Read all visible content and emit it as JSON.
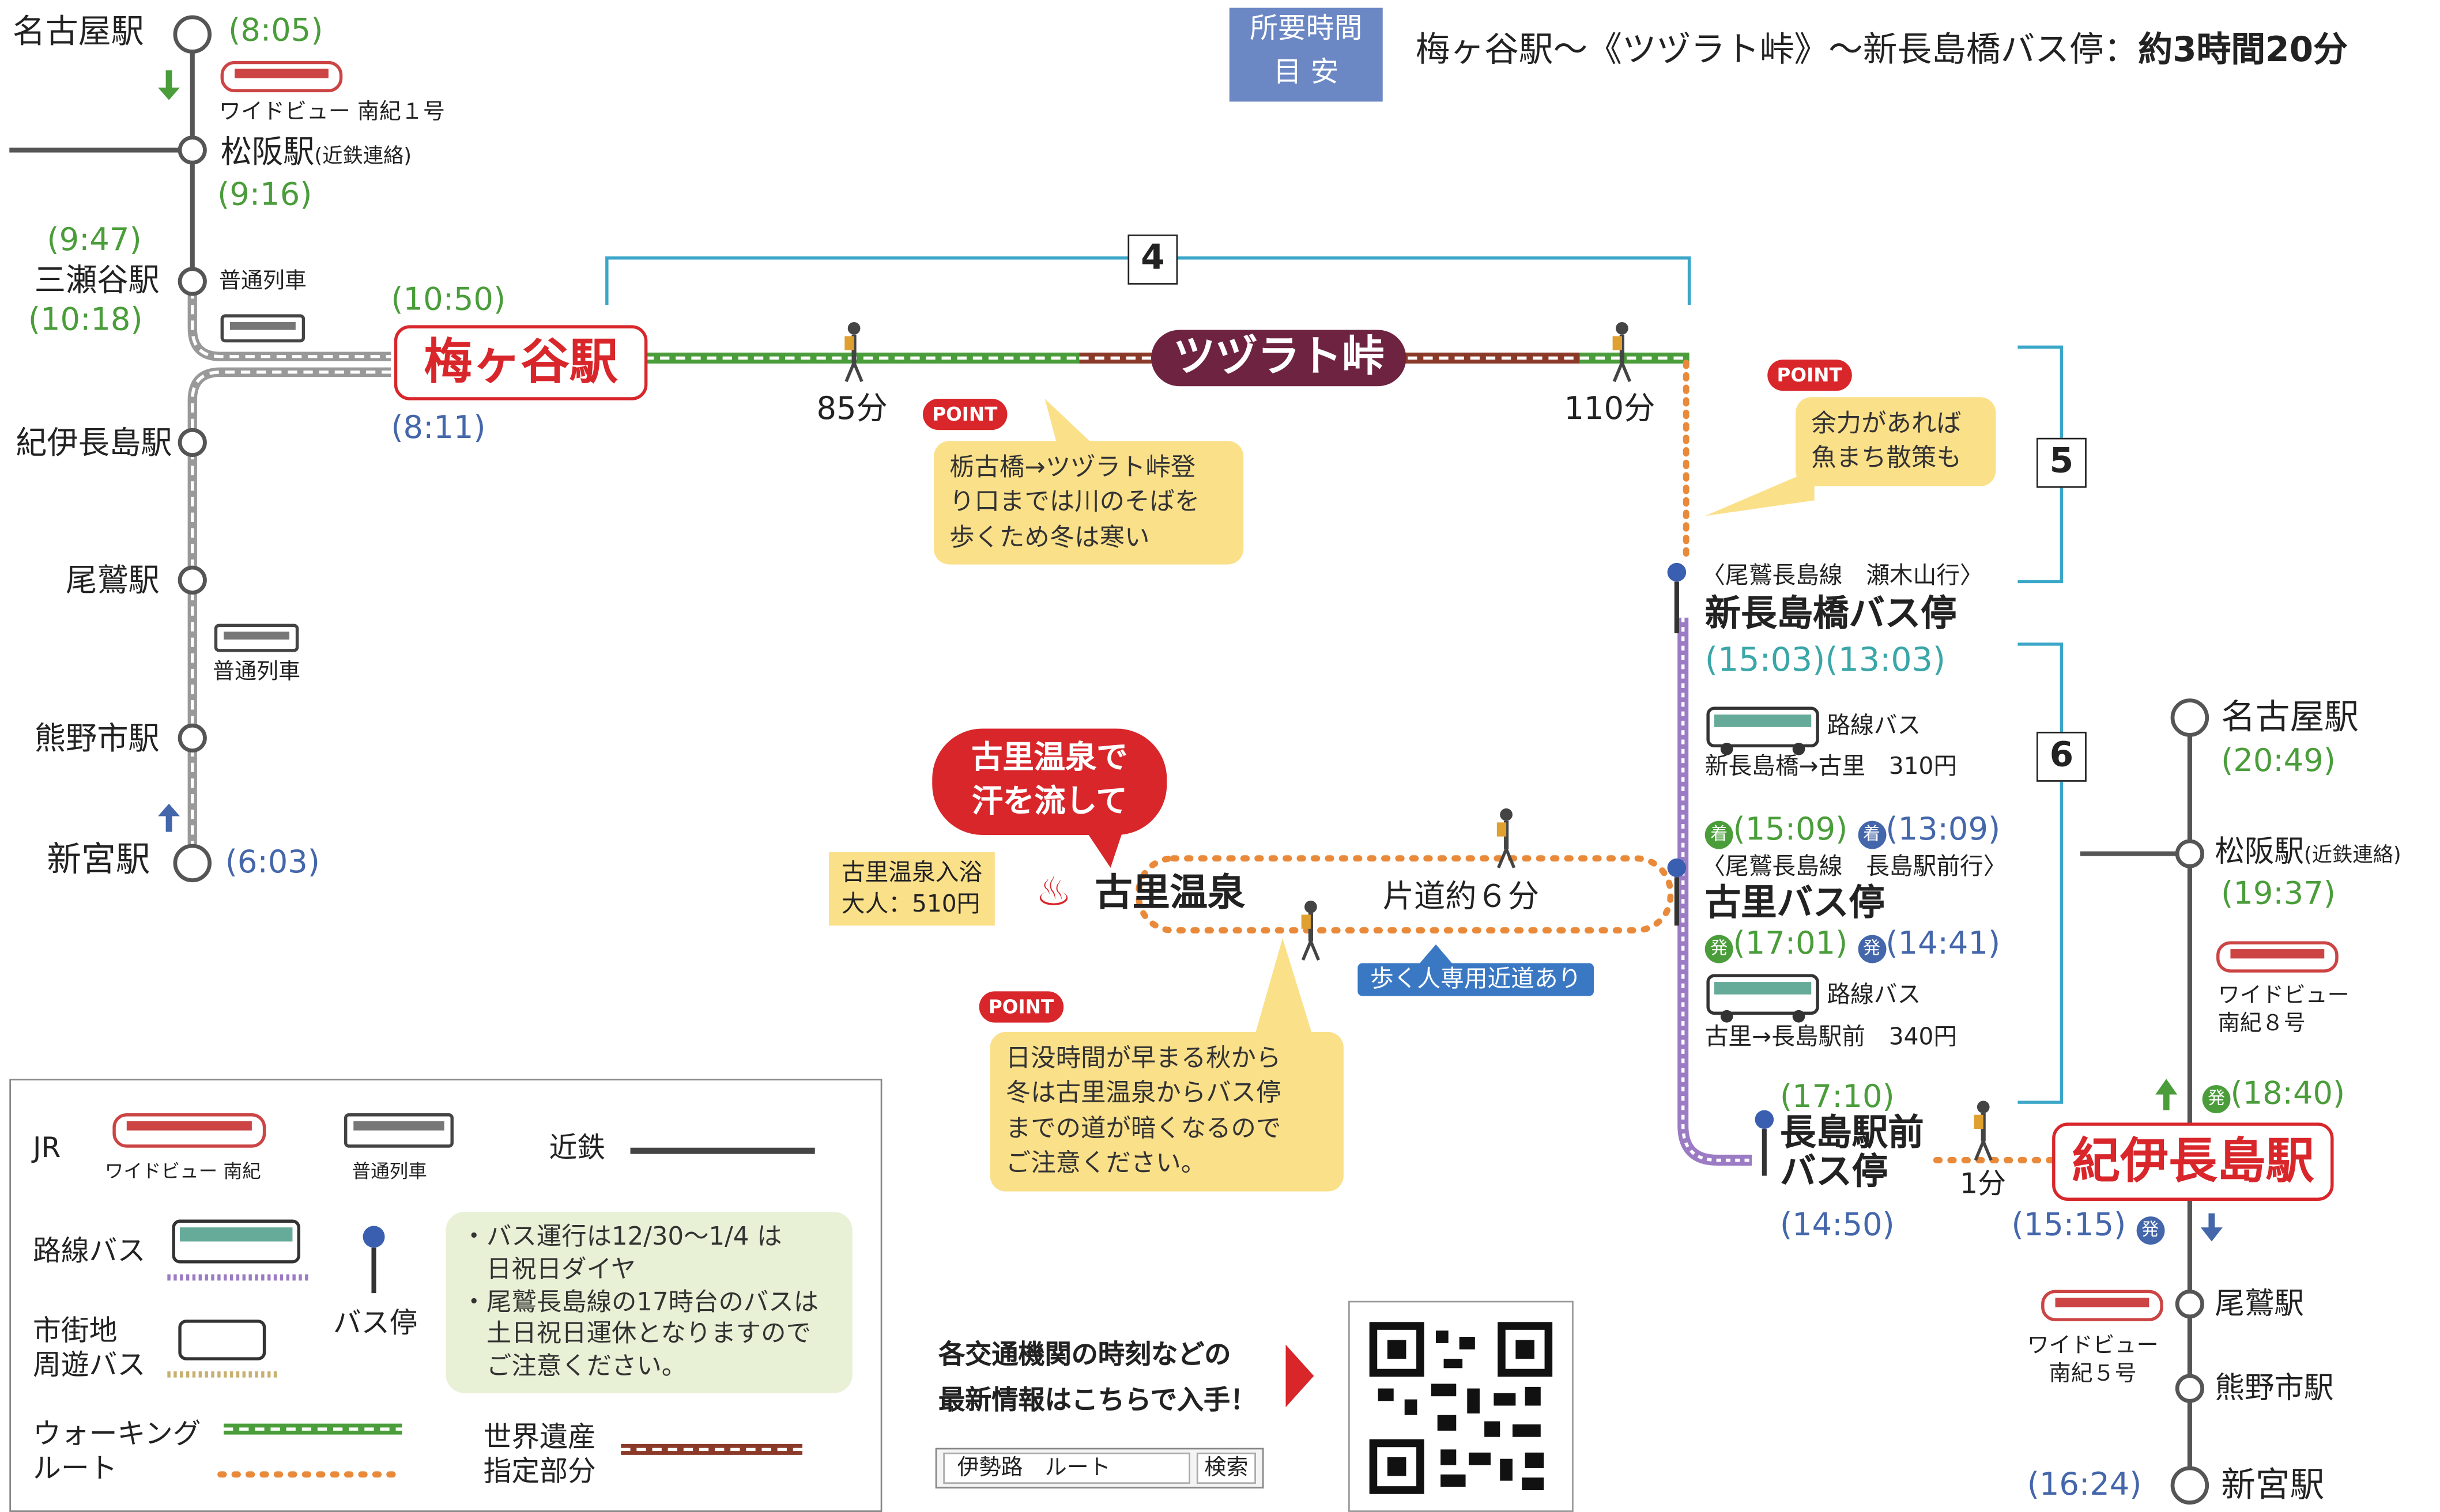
{
  "header": {
    "badge_line1": "所要時間",
    "badge_line2": "目 安",
    "route": "梅ヶ谷駅～《ツヅラト峠》～新長島橋バス停：",
    "duration": "約3時間20分"
  },
  "left_line": {
    "nagoya": {
      "name": "名古屋駅",
      "time": "(8:05)"
    },
    "train1": "ワイドビュー 南紀１号",
    "matsusaka": {
      "name": "松阪駅",
      "note": "(近鉄連絡)",
      "time": "(9:16)"
    },
    "misedani": {
      "name": "三瀬谷駅",
      "time_arr": "(9:47)",
      "time_dep": "(10:18)",
      "train": "普通列車"
    },
    "umegatani": {
      "name": "梅ヶ谷駅",
      "time_arr": "(10:50)",
      "time_dep": "(8:11)"
    },
    "kiinagashima": {
      "name": "紀伊長島駅"
    },
    "owase": {
      "name": "尾鷲駅",
      "train": "普通列車"
    },
    "kumanoshi": {
      "name": "熊野市駅"
    },
    "shingu": {
      "name": "新宮駅",
      "time": "(6:03)"
    }
  },
  "hiking": {
    "section4": "4",
    "section5": "5",
    "section6": "6",
    "pass": "ツヅラト峠",
    "walk1": "85分",
    "walk2": "110分",
    "point_label": "POINT",
    "point1": [
      "栃古橋→ツヅラト峠登",
      "り口までは川のそばを",
      "歩くため冬は寒い"
    ],
    "point2": [
      "余力があれば",
      "魚まち散策も"
    ],
    "point3": [
      "日没時間が早まる秋から",
      "冬は古里温泉からバス停",
      "までの道が暗くなるので",
      "ご注意ください。"
    ]
  },
  "bus": {
    "shinnagashimabashi": {
      "line": "〈尾鷲長島線　瀬木山行〉",
      "name": "新長島橋バス停",
      "times": "(15:03)(13:03)"
    },
    "bus1": {
      "label": "路線バス",
      "fare": "新長島橋→古里　310円"
    },
    "furusato": {
      "line": "〈尾鷲長島線　長島駅前行〉",
      "name": "古里バス停",
      "arr_icon": "着",
      "arr_time": "(15:09)",
      "arr_icon2": "着",
      "arr_time2": "(13:09)",
      "dep_icon": "発",
      "dep_time": "(17:01)",
      "dep_icon2": "発",
      "dep_time2": "(14:41)"
    },
    "bus2": {
      "label": "路線バス",
      "fare": "古里→長島駅前　340円"
    },
    "nagashimaekimae": {
      "name1": "長島駅前",
      "name2": "バス停",
      "time_arr": "(17:10)",
      "time_dep": "(14:50)"
    },
    "walk3": "1分"
  },
  "onsen": {
    "bubble": [
      "古里温泉で",
      "汗を流して"
    ],
    "fee_line1": "古里温泉入浴",
    "fee_line2": "大人：510円",
    "name": "古里温泉",
    "oneway": "片道約６分",
    "shortcut": "歩く人専用近道あり"
  },
  "right_line": {
    "nagoya": {
      "name": "名古屋駅",
      "time": "(20:49)"
    },
    "matsusaka": {
      "name": "松阪駅",
      "note": "(近鉄連絡)",
      "time": "(19:37)"
    },
    "train": [
      "ワイドビュー",
      "南紀８号"
    ],
    "dep_icon": "発",
    "dep_time": "(18:40)",
    "kiinagashima": {
      "name": "紀伊長島駅",
      "time": "(15:15)",
      "dep_icon": "発"
    },
    "train2": [
      "ワイドビュー",
      "南紀５号"
    ],
    "owase": "尾鷲駅",
    "kumanoshi": "熊野市駅",
    "shingu": {
      "name": "新宮駅",
      "time": "(16:24)"
    }
  },
  "legend": {
    "jr": "JR",
    "wideview": "ワイドビュー 南紀",
    "local": "普通列車",
    "kintetsu": "近鉄",
    "route_bus": "路線バス",
    "bus_stop": "バス停",
    "city_bus1": "市街地",
    "city_bus2": "周遊バス",
    "walking1": "ウォーキング",
    "walking2": "ルート",
    "heritage1": "世界遺産",
    "heritage2": "指定部分",
    "notes": [
      "・バス運行は12/30～1/4 は",
      "　日祝日ダイヤ",
      "・尾鷲長島線の17時台のバスは",
      "　土日祝日運休となりますので",
      "　ご注意ください。"
    ]
  },
  "info": {
    "line1": "各交通機関の時刻などの",
    "line2": "最新情報はこちらで入手！",
    "search_text": "伊勢路　ルート",
    "search_button": "検索"
  },
  "colors": {
    "green": "#4a9d3a",
    "blue": "#4466aa",
    "red": "#d8262b",
    "heritage": "#8b3a2a",
    "walk_orange": "#e98a3b",
    "bus_purple": "#9b7bc4",
    "cyan": "#3aa6c8",
    "yellow": "#fbe08a"
  }
}
